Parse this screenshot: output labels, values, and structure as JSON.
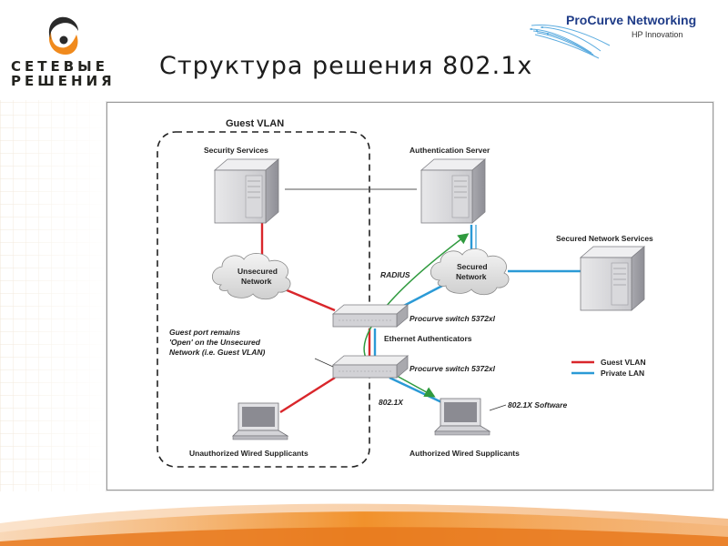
{
  "brand": {
    "line1": "СЕТЕВЫЕ",
    "line2": "РЕШЕНИЯ"
  },
  "title": "Структура решения 802.1x",
  "procurve": {
    "name": "ProCurve Networking",
    "sub": "HP Innovation"
  },
  "diagram": {
    "guest_vlan": "Guest VLAN",
    "security_services": "Security Services",
    "authentication_server": "Authentication Server",
    "secured_network_services": "Secured Network Services",
    "unsecured_network_l1": "Unsecured",
    "unsecured_network_l2": "Network",
    "secured_network_l1": "Secured",
    "secured_network_l2": "Network",
    "radius": "RADIUS",
    "switch_top": "Procurve switch 5372xl",
    "ethernet_authenticators": "Ethernet Authenticators",
    "switch_bottom": "Procurve switch 5372xl",
    "guest_port_note_l1": "Guest port remains",
    "guest_port_note_l2": "'Open' on the Unsecured",
    "guest_port_note_l3": "Network (i.e. Guest VLAN)",
    "dot1x": "802.1X",
    "dot1x_software": "802.1X Software",
    "unauthorized_supplicants": "Unauthorized Wired Supplicants",
    "authorized_supplicants": "Authorized Wired Supplicants"
  },
  "legend": [
    {
      "label": "Guest VLAN",
      "color": "#d9262b"
    },
    {
      "label": "Private LAN",
      "color": "#2b9ad6"
    }
  ],
  "colors": {
    "guest": "#d9262b",
    "private": "#2b9ad6",
    "radius_arrow": "#2f9a3e",
    "accent_orange": "#e8791d"
  },
  "icons": [
    "sevtevye-resheniya-logo",
    "procurve-swoosh-logo",
    "server-icon",
    "switch-icon",
    "laptop-icon",
    "cloud-icon"
  ]
}
